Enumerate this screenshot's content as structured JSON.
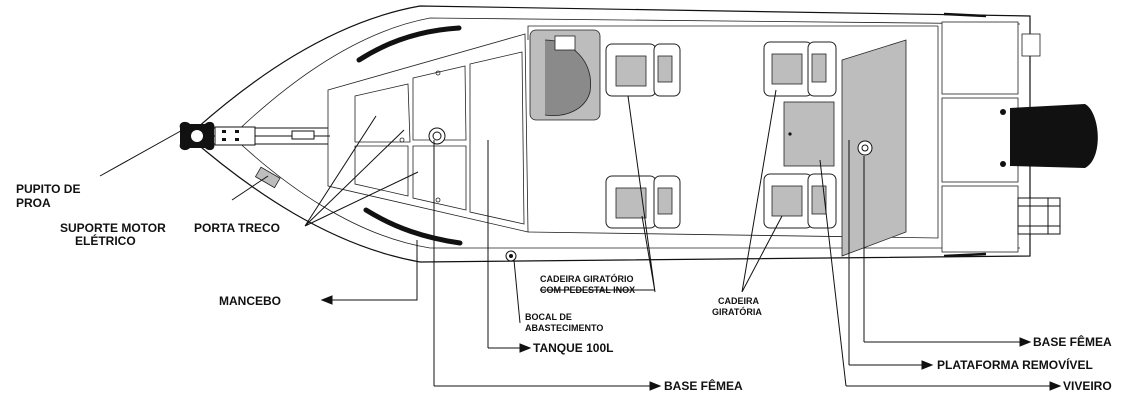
{
  "labels": {
    "pupito": [
      "PUPITO DE",
      "PROA"
    ],
    "suporte": [
      "SUPORTE MOTOR",
      "ELÉTRICO"
    ],
    "porta_treco": "PORTA TRECO",
    "mancebo": "MANCEBO",
    "bocal": [
      "BOCAL DE",
      "ABASTECIMENTO"
    ],
    "tanque": "TANQUE 100L",
    "base_femea_bottom": "BASE FÊMEA",
    "cadeira_pedestal": [
      "CADEIRA GIRATÓRIO",
      "COM PEDESTAL INOX"
    ],
    "cadeira": [
      "CADEIRA",
      "GIRATÓRIA"
    ],
    "base_femea_right": "BASE FÊMEA",
    "plataforma": "PLATAFORMA REMOVÍVEL",
    "viveiro": "VIVEIRO"
  },
  "colors": {
    "ink": "#111111",
    "panel_gray": "#bdbdbd",
    "motor": "#111111",
    "background": "#ffffff"
  }
}
